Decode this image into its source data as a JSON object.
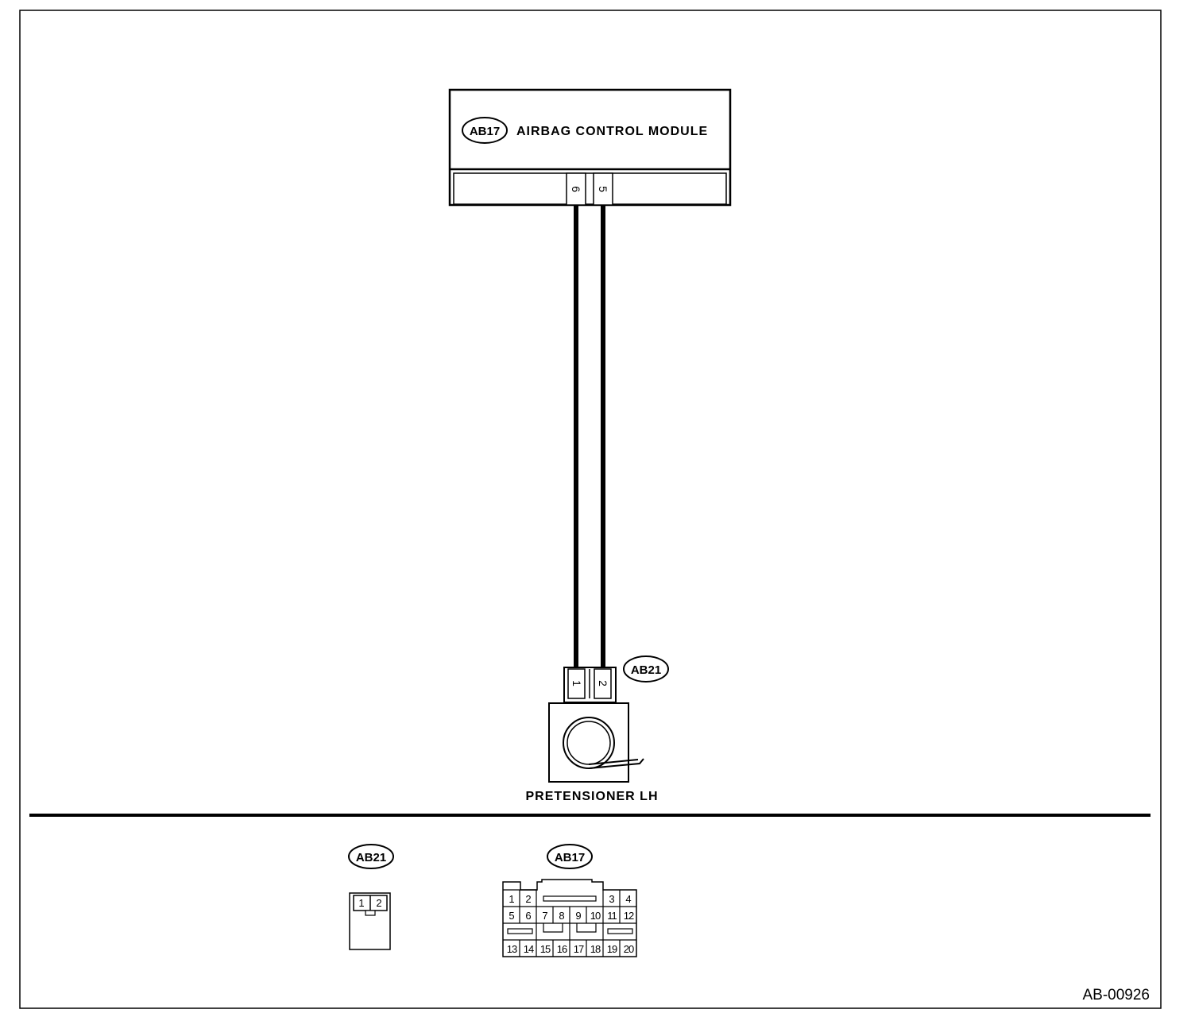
{
  "module": {
    "badge": "AB17",
    "label": "AIRBAG CONTROL MODULE",
    "pins": [
      "6",
      "5"
    ]
  },
  "pretensioner": {
    "badge": "AB21",
    "label": "PRETENSIONER LH",
    "pins": [
      "1",
      "2"
    ]
  },
  "legend": {
    "ab21": {
      "badge": "AB21",
      "pins": [
        "1",
        "2"
      ]
    },
    "ab17": {
      "badge": "AB17",
      "pins": [
        "1",
        "2",
        "3",
        "4",
        "5",
        "6",
        "7",
        "8",
        "9",
        "10",
        "11",
        "12",
        "13",
        "14",
        "15",
        "16",
        "17",
        "18",
        "19",
        "20"
      ]
    }
  },
  "figure_ref": "AB-00926"
}
